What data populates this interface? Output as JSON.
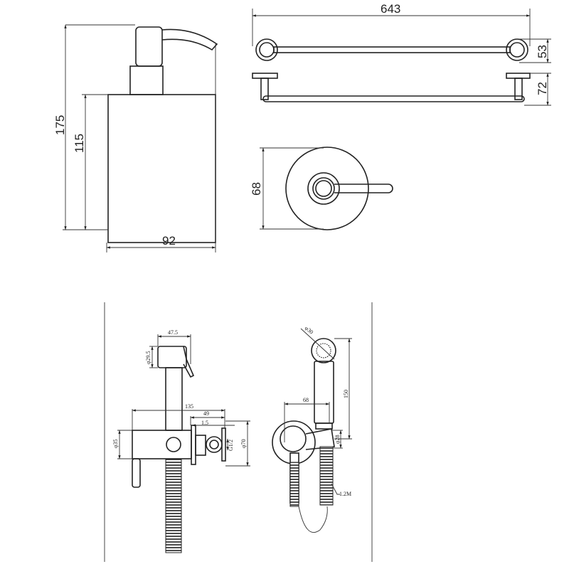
{
  "soap_dispenser": {
    "height_total": "175",
    "height_body": "115",
    "width": "92"
  },
  "towel_bar": {
    "length": "643",
    "front_depth": "53",
    "side_depth": "72"
  },
  "round_view": {
    "diameter": "68"
  },
  "bidet_side": {
    "head_length": "47.5",
    "head_diameter": "φ29.5",
    "overall": "135",
    "valve_depth": "49",
    "flange": "1.5",
    "body_diameter": "φ35",
    "thread": "G1/2",
    "rosette_diameter": "φ70"
  },
  "bidet_front": {
    "head_diameter": "φ30",
    "handset_length": "150",
    "offset": "68",
    "holder_diameter": "φ28",
    "hose_length": "1.2M"
  }
}
